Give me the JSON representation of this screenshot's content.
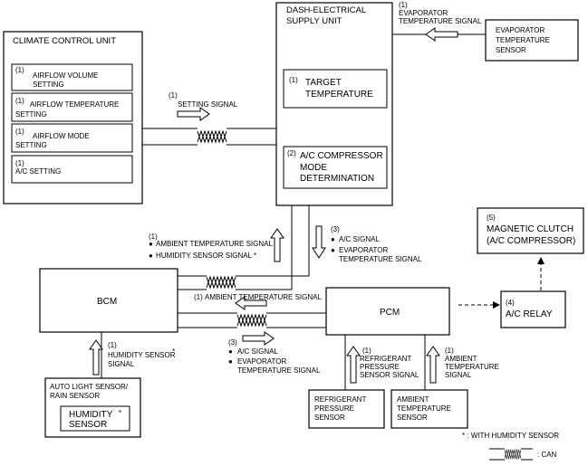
{
  "units": {
    "climate_control": {
      "title": "CLIMATE CONTROL UNIT",
      "items": [
        {
          "num": "(1)",
          "line1": "AIRFLOW VOLUME",
          "line2": "SETTING"
        },
        {
          "num": "(1)",
          "line1": "AIRFLOW TEMPERATURE",
          "line2": "SETTING"
        },
        {
          "num": "(1)",
          "line1": "AIRFLOW MODE",
          "line2": "SETTING"
        },
        {
          "num": "(1)",
          "line1": "A/C SETTING",
          "line2": ""
        }
      ]
    },
    "dash_electrical": {
      "title1": "DASH-ELECTRICAL",
      "title2": "SUPPLY UNIT",
      "target": {
        "num": "(1)",
        "line1": "TARGET",
        "line2": "TEMPERATURE"
      },
      "compressor": {
        "num": "(2)",
        "line1": "A/C COMPRESSOR",
        "line2": "MODE",
        "line3": "DETERMINATION"
      }
    },
    "evaporator_sensor": {
      "line1": "EVAPORATOR",
      "line2": "TEMPERATURE",
      "line3": "SENSOR"
    },
    "bcm": {
      "label": "BCM"
    },
    "pcm": {
      "label": "PCM"
    },
    "relay": {
      "num": "(4)",
      "label": "A/C RELAY"
    },
    "clutch": {
      "num": "(5)",
      "line1": "MAGNETIC CLUTCH",
      "line2": "(A/C COMPRESSOR)"
    },
    "auto_light": {
      "line1": "AUTO LIGHT SENSOR/",
      "line2": "RAIN SENSOR",
      "inner1": "HUMIDITY",
      "inner2": "SENSOR",
      "star": "*"
    },
    "refrigerant_sensor": {
      "line1": "REFRIGERANT",
      "line2": "PRESSURE",
      "line3": "SENSOR"
    },
    "ambient_sensor": {
      "line1": "AMBIENT",
      "line2": "TEMPERATURE",
      "line3": "SENSOR"
    }
  },
  "signals": {
    "evaporator_top": {
      "num": "(1)",
      "line1": "EVAPORATOR",
      "line2": "TEMPERATURE SIGNAL"
    },
    "setting": {
      "num": "(1)",
      "line1": "SETTING SIGNAL"
    },
    "ambient_humidity": {
      "num": "(1)",
      "line1": "AMBIENT TEMPERATURE SIGNAL",
      "line2": "HUMIDITY SENSOR SIGNAL *",
      "bullet": "●"
    },
    "ac_evap_right": {
      "num": "(3)",
      "line1": "A/C SIGNAL",
      "line2": "EVAPORATOR",
      "line3": "TEMPERATURE SIGNAL",
      "bullet": "●"
    },
    "ambient_mid": {
      "num": "(1)",
      "line1": "AMBIENT TEMPERATURE SIGNAL"
    },
    "ac_evap_bottom": {
      "num": "(3)",
      "line1": "A/C SIGNAL",
      "line2": "EVAPORATOR",
      "line3": "TEMPERATURE SIGNAL",
      "bullet": "●"
    },
    "humidity": {
      "num": "(1)",
      "line1": "HUMIDITY SENSOR",
      "star": "*",
      "line2": "SIGNAL"
    },
    "refrigerant": {
      "num": "(1)",
      "line1": "REFRIGERANT",
      "line2": "PRESSURE",
      "line3": "SENSOR SIGNAL"
    },
    "ambient_bottom": {
      "num": "(1)",
      "line1": "AMBIENT",
      "line2": "TEMPERATURE",
      "line3": "SIGNAL"
    }
  },
  "legend": {
    "humidity_note": "* : WITH HUMIDITY SENSOR",
    "can_label": ": CAN"
  }
}
